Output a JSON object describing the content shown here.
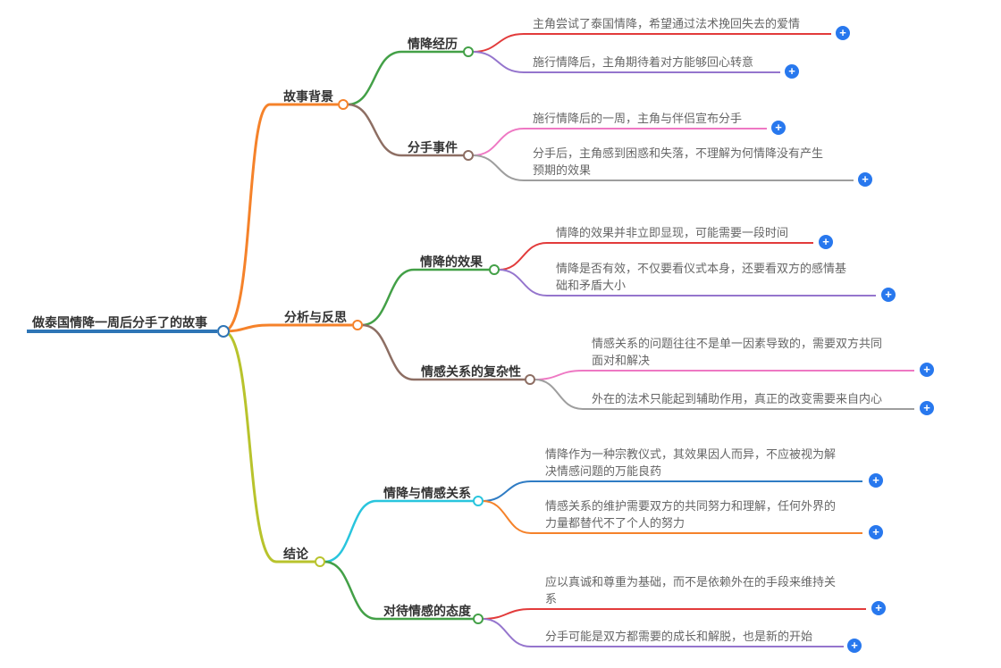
{
  "palette": {
    "root": "#2e75b6",
    "orange": "#f5822a",
    "olive": "#b8c32c",
    "green": "#43a047",
    "brown": "#8d6e63",
    "red": "#e23b3b",
    "purple": "#9575cd",
    "pink": "#ee78c3",
    "gray": "#9e9e9e",
    "cyan": "#29c5dd",
    "blue": "#2f7cc4",
    "plus": "#2878ee",
    "label": "#333333",
    "leaftext": "#666666"
  },
  "icons": {
    "plus": "+"
  },
  "mindmap": {
    "root": {
      "label": "做泰国情降一周后分手了的故事"
    },
    "branches": [
      {
        "label": "故事背景",
        "children": [
          {
            "label": "情降经历",
            "leaves": [
              {
                "text": "主角尝试了泰国情降，希望通过法术挽回失去的爱情"
              },
              {
                "text": "施行情降后，主角期待着对方能够回心转意"
              }
            ]
          },
          {
            "label": "分手事件",
            "leaves": [
              {
                "text": "施行情降后的一周，主角与伴侣宣布分手"
              },
              {
                "text": "分手后，主角感到困惑和失落，不理解为何情降没有产生预期的效果"
              }
            ]
          }
        ]
      },
      {
        "label": "分析与反思",
        "children": [
          {
            "label": "情降的效果",
            "leaves": [
              {
                "text": "情降的效果并非立即显现，可能需要一段时间"
              },
              {
                "text": "情降是否有效，不仅要看仪式本身，还要看双方的感情基础和矛盾大小"
              }
            ]
          },
          {
            "label": "情感关系的复杂性",
            "leaves": [
              {
                "text": "情感关系的问题往往不是单一因素导致的，需要双方共同面对和解决"
              },
              {
                "text": "外在的法术只能起到辅助作用，真正的改变需要来自内心"
              }
            ]
          }
        ]
      },
      {
        "label": "结论",
        "children": [
          {
            "label": "情降与情感关系",
            "leaves": [
              {
                "text": "情降作为一种宗教仪式，其效果因人而异，不应被视为解决情感问题的万能良药"
              },
              {
                "text": "情感关系的维护需要双方的共同努力和理解，任何外界的力量都替代不了个人的努力"
              }
            ]
          },
          {
            "label": "对待情感的态度",
            "leaves": [
              {
                "text": "应以真诚和尊重为基础，而不是依赖外在的手段来维持关系"
              },
              {
                "text": "分手可能是双方都需要的成长和解脱，也是新的开始"
              }
            ]
          }
        ]
      }
    ]
  }
}
